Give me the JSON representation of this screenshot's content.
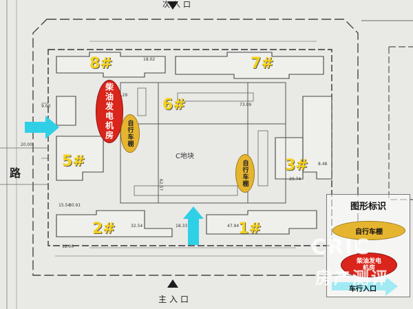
{
  "roads": {
    "top_entrance": "次入口",
    "main_entrance": "主入口",
    "left_road": "路"
  },
  "buildings": [
    {
      "id": "b1",
      "label": "1#"
    },
    {
      "id": "b2",
      "label": "2#"
    },
    {
      "id": "b3",
      "label": "3#"
    },
    {
      "id": "b5",
      "label": "5#"
    },
    {
      "id": "b6",
      "label": "6#"
    },
    {
      "id": "b7",
      "label": "7#"
    },
    {
      "id": "b8",
      "label": "8#"
    }
  ],
  "markers": {
    "generator_room": "柴油发电机房",
    "bike_shed": "自行车棚",
    "site_label": "C地块"
  },
  "legend": {
    "title": "图形标识",
    "bike_shed": "自行车棚",
    "generator_line1": "柴油发电",
    "generator_line2": "机房",
    "vehicle_entrance": "车行入口"
  },
  "watermark": {
    "line1": "CRIC",
    "line2": "房产测评"
  },
  "dims": [
    "18.02",
    "73.09",
    "47.94",
    "18.33",
    "32.54",
    "62.57",
    "30.91",
    "29.74",
    "32.29",
    "20.00",
    "15.54",
    "9.00",
    "12.00",
    "8.48"
  ],
  "colors": {
    "building_label": "#f5d11a",
    "generator": "#d9251b",
    "bike": "#e6b530",
    "arrow": "#2fd0e6"
  }
}
